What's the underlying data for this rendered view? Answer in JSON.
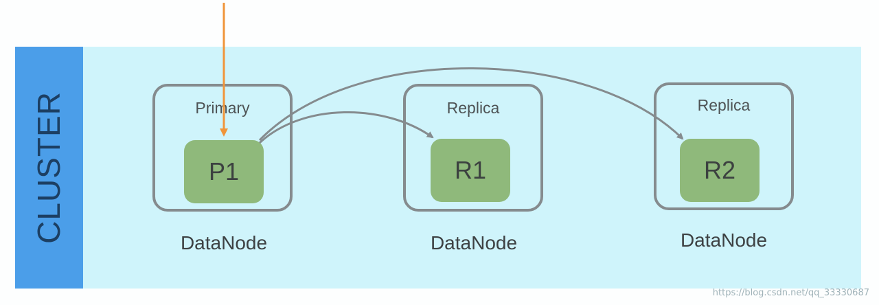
{
  "diagram": {
    "cluster_label": "CLUSTER",
    "nodes": [
      {
        "role": "Primary",
        "shard": "P1",
        "label": "DataNode"
      },
      {
        "role": "Replica",
        "shard": "R1",
        "label": "DataNode"
      },
      {
        "role": "Replica",
        "shard": "R2",
        "label": "DataNode"
      }
    ],
    "colors": {
      "cluster_bar": "#4b9ee9",
      "cluster_background": "#cff4fb",
      "shard_fill": "#8fb97b",
      "node_border": "#858b8e",
      "incoming_arrow": "#f0953a",
      "replication_arrows": "#858b8e"
    }
  },
  "watermark": "https://blog.csdn.net/qq_33330687"
}
